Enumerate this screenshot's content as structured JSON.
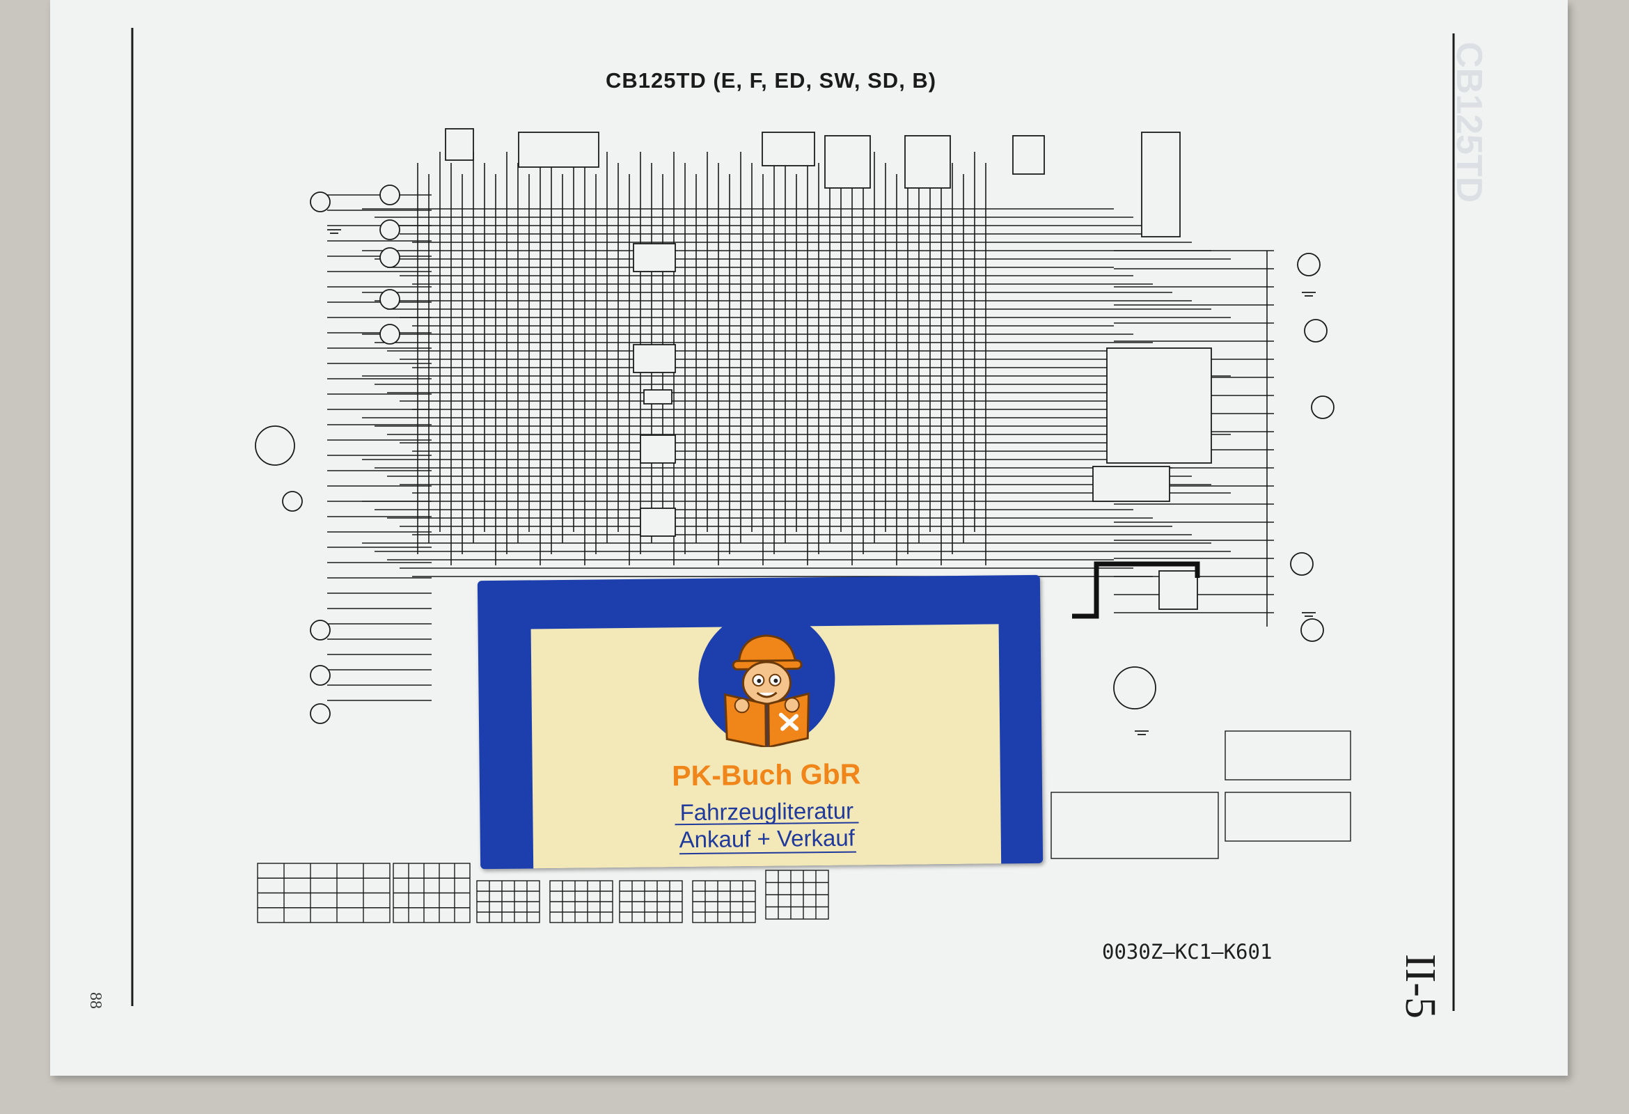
{
  "diagram": {
    "title": "CB125TD (E, F, ED, SW, SD, B)",
    "part_number": "0030Z–KC1–K601",
    "page_code": "II-5",
    "left_page_number": "88"
  },
  "sticker": {
    "brand": "PK-Buch GbR",
    "tagline_1": "Fahrzeugliteratur",
    "tagline_2": "Ankauf + Verkauf"
  },
  "colors": {
    "page": "#f1f3f2",
    "background": "#c9c6bf",
    "ink": "#1b1b1b",
    "sticker_blue": "#1d3fae",
    "card_cream": "#f3e8b7",
    "brand_orange": "#f08519"
  }
}
